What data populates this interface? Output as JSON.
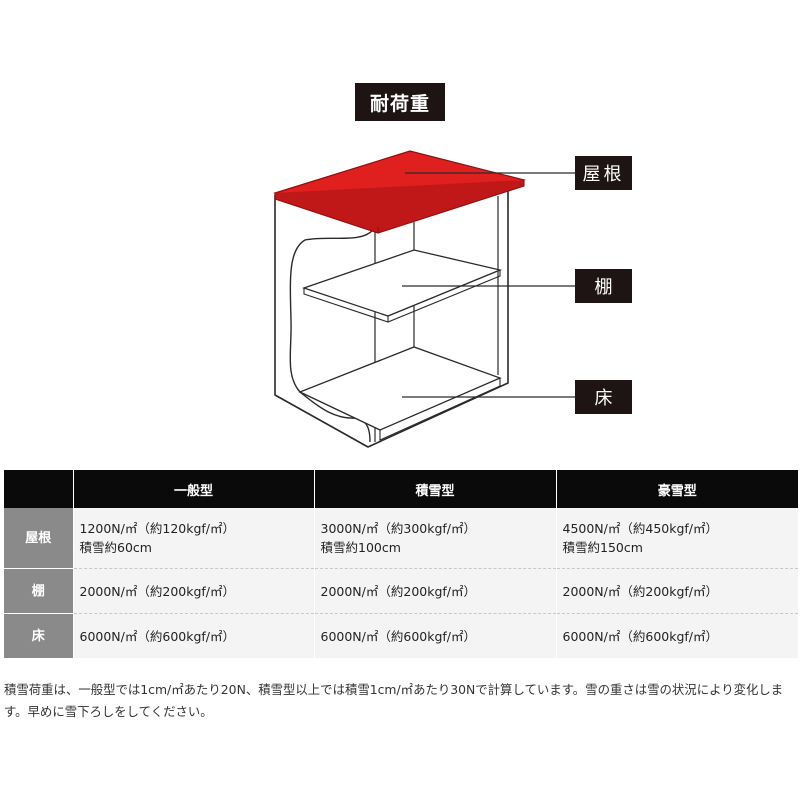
{
  "title": "耐荷重",
  "labels": {
    "roof": "屋根",
    "shelf": "棚",
    "floor": "床"
  },
  "colors": {
    "roof": "#e01f1f",
    "dark": "#1e1414",
    "row_header": "#8a8a8a",
    "cell_bg": "#f4f4f4"
  },
  "table": {
    "headers": [
      "",
      "一般型",
      "積雪型",
      "豪雪型"
    ],
    "rows": [
      {
        "label": "屋根",
        "cells": [
          {
            "line1": "1200N/㎡（約120kgf/㎡）",
            "line2": "積雪約60cm"
          },
          {
            "line1": "3000N/㎡（約300kgf/㎡）",
            "line2": "積雪約100cm"
          },
          {
            "line1": "4500N/㎡（約450kgf/㎡）",
            "line2": "積雪約150cm"
          }
        ]
      },
      {
        "label": "棚",
        "cells": [
          {
            "line1": "2000N/㎡（約200kgf/㎡）"
          },
          {
            "line1": "2000N/㎡（約200kgf/㎡）"
          },
          {
            "line1": "2000N/㎡（約200kgf/㎡）"
          }
        ]
      },
      {
        "label": "床",
        "cells": [
          {
            "line1": "6000N/㎡（約600kgf/㎡）"
          },
          {
            "line1": "6000N/㎡（約600kgf/㎡）"
          },
          {
            "line1": "6000N/㎡（約600kgf/㎡）"
          }
        ]
      }
    ]
  },
  "note": "積雪荷重は、一般型では1cm/㎡あたり20N、積雪型以上では積雪1cm/㎡あたり30Nで計算しています。雪の重さは雪の状況により変化します。早めに雪下ろしをしてください。"
}
